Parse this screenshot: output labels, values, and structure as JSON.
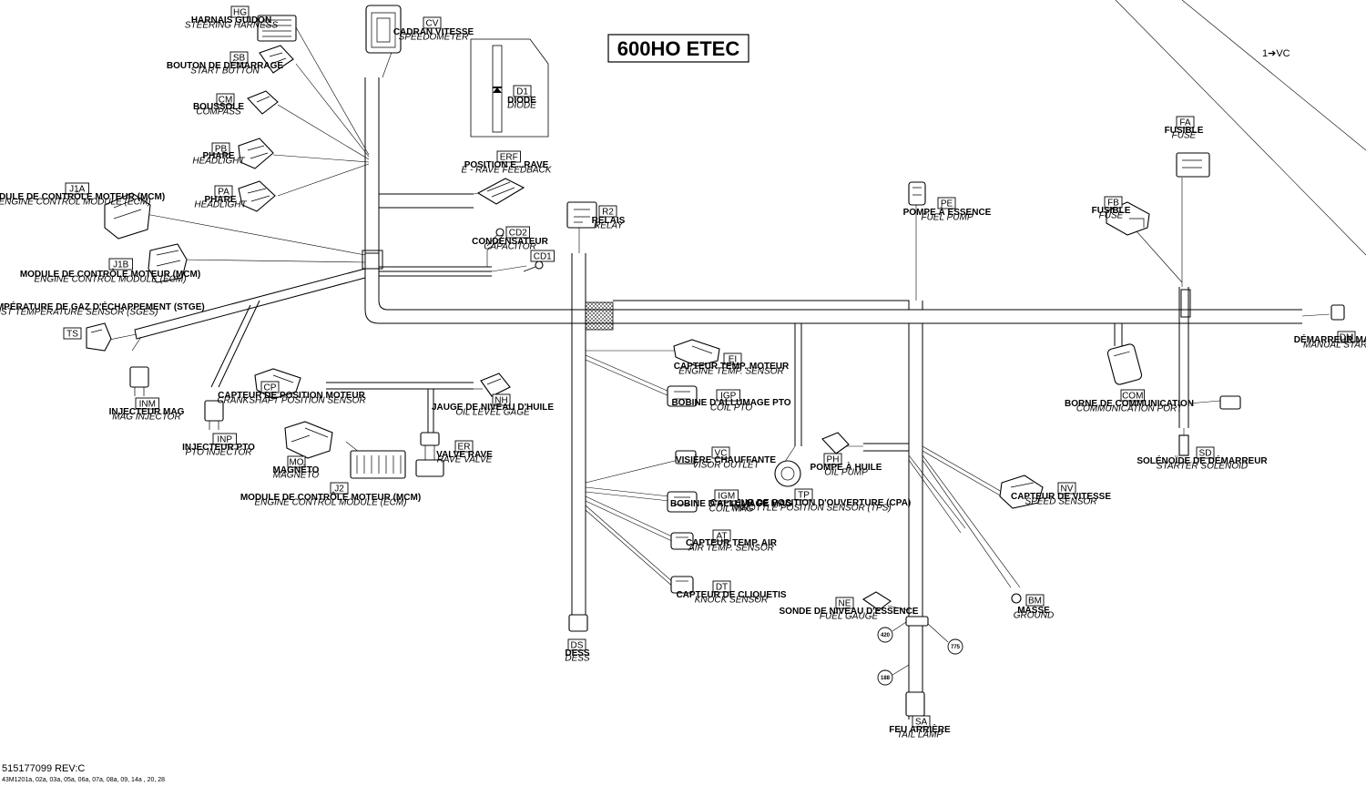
{
  "title": "600HO ETEC",
  "cross_ref": "1➔VC",
  "footer": {
    "part_number": "515177099 REV:C",
    "illustration_refs": "43M1201a, 02a, 03a, 05a, 06a, 07a, 08a, 09, 14a , 20, 28"
  },
  "connectors": {
    "HG": {
      "code": "HG",
      "fr": "HARNAIS GUIDON",
      "en": "STEERING HARNESS"
    },
    "CV": {
      "code": "CV",
      "fr": "CADRAN VITESSE",
      "en": "SPEEDOMETER"
    },
    "SB": {
      "code": "SB",
      "fr": "BOUTON DE DÉMARRAGE",
      "en": "START BUTTON"
    },
    "CM": {
      "code": "CM",
      "fr": "BOUSSOLE",
      "en": "COMPASS"
    },
    "D1": {
      "code": "D1",
      "fr": "DIODE",
      "en": "DIODE"
    },
    "PB": {
      "code": "PB",
      "fr": "PHARE",
      "en": "HEADLIGHT"
    },
    "PA": {
      "code": "PA",
      "fr": "PHARE",
      "en": "HEADLIGHT"
    },
    "ERF": {
      "code": "ERF",
      "fr": "POSITION E...RAVE",
      "en": "E - RAVE FEEDBACK"
    },
    "J1A": {
      "code": "J1A",
      "fr": "MODULE DE CONTRÔLE MOTEUR (MCM)",
      "en": "ENGINE CONTROL MODULE (ECM)"
    },
    "CD2": {
      "code": "CD2",
      "fr": "CONDENSATEUR",
      "en": "CAPACITOR"
    },
    "CD1": {
      "code": "CD1"
    },
    "R2": {
      "code": "R2",
      "fr": "RELAIS",
      "en": "RELAY"
    },
    "PE": {
      "code": "PE",
      "fr": "POMPE À ESSENCE",
      "en": "FUEL PUMP"
    },
    "FA": {
      "code": "FA",
      "fr": "FUSIBLE",
      "en": "FUSE"
    },
    "FB": {
      "code": "FB",
      "fr": "FUSIBLE",
      "en": "FUSE"
    },
    "J1B": {
      "code": "J1B",
      "fr": "MODULE DE CONTRÔLE MOTEUR (MCM)",
      "en": "ENGINE CONTROL MODULE (ECM)"
    },
    "TS": {
      "code": "TS",
      "fr": "CAPTEUR DE TEMPÉRATURE DE GAZ D'ÉCHAPPEMENT (STGE)",
      "en": "EXHAUST TEMPERATURE SENSOR (SGES)"
    },
    "DM": {
      "code": "DM",
      "fr": "DÉMARREUR MANUEL",
      "en": "MANUAL STARTER"
    },
    "EI": {
      "code": "EI",
      "fr": "CAPTEUR TEMP. MOTEUR",
      "en": "ENGINE TEMP. SENSOR"
    },
    "CP": {
      "code": "CP",
      "fr": "CAPTEUR DE POSITION MOTEUR",
      "en": "CRANKSHAFT POSITION SENSOR"
    },
    "NH": {
      "code": "NH",
      "fr": "JAUGE DE NIVEAU D'HUILE",
      "en": "OIL LEVEL GAGE"
    },
    "IGP": {
      "code": "IGP",
      "fr": "BOBINE D'ALLUMAGE PTO",
      "en": "COIL PTO"
    },
    "INM": {
      "code": "INM",
      "fr": "INJECTEUR MAG",
      "en": "MAG INJECTOR"
    },
    "COM": {
      "code": "COM",
      "fr": "BORNE DE COMMUNICATION",
      "en": "COMMUNICATION PORT"
    },
    "INP": {
      "code": "INP",
      "fr": "INJECTEUR PTO",
      "en": "PTO INJECTOR"
    },
    "MO": {
      "code": "MO",
      "fr": "MAGNÉTO",
      "en": "MAGNETO"
    },
    "ER": {
      "code": "ER",
      "fr": "VALVE RAVE",
      "en": "RAVE VALVE"
    },
    "SD": {
      "code": "SD",
      "fr": "SOLÉNOÏDE DE DÉMARREUR",
      "en": "STARTER SOLENOID"
    },
    "VC": {
      "code": "VC",
      "fr": "VISIÈRE CHAUFFANTE",
      "en": "VISOR OUTLET"
    },
    "PH": {
      "code": "PH",
      "fr": "POMPE À HUILE",
      "en": "OIL PUMP"
    },
    "TP": {
      "code": "TP",
      "fr": "CAPTEUR DE POSITION D'OUVERTURE (CPA)",
      "en": "THROTTLE POSITION SENSOR (TPS)"
    },
    "J2": {
      "code": "J2",
      "fr": "MODULE DE CONTRÔLE MOTEUR (MCM)",
      "en": "ENGINE CONTROL MODULE (ECM)"
    },
    "IGM": {
      "code": "IGM",
      "fr": "BOBINE D'ALLUMAGE MAG",
      "en": "COIL MAG"
    },
    "NV": {
      "code": "NV",
      "fr": "CAPTEUR DE VITESSE",
      "en": "SPEED SENSOR"
    },
    "AT": {
      "code": "AT",
      "fr": "CAPTEUR TEMP. AIR",
      "en": "AIR TEMP. SENSOR"
    },
    "DT": {
      "code": "DT",
      "fr": "CAPTEUR DE CLIQUETIS",
      "en": "KNOCK SENSOR"
    },
    "BM": {
      "code": "BM",
      "fr": "MASSE",
      "en": "GROUND"
    },
    "NE": {
      "code": "NE",
      "fr": "SONDE DE NIVEAU D'ESSENCE",
      "en": "FUEL GAUGE"
    },
    "DS": {
      "code": "DS",
      "fr": "DESS",
      "en": "DESS"
    },
    "SA": {
      "code": "SA",
      "fr": "FEU ARRIÈRE",
      "en": "TAIL LAMP"
    }
  },
  "callouts": {
    "c420": "420",
    "c775": "775",
    "c188": "188"
  }
}
